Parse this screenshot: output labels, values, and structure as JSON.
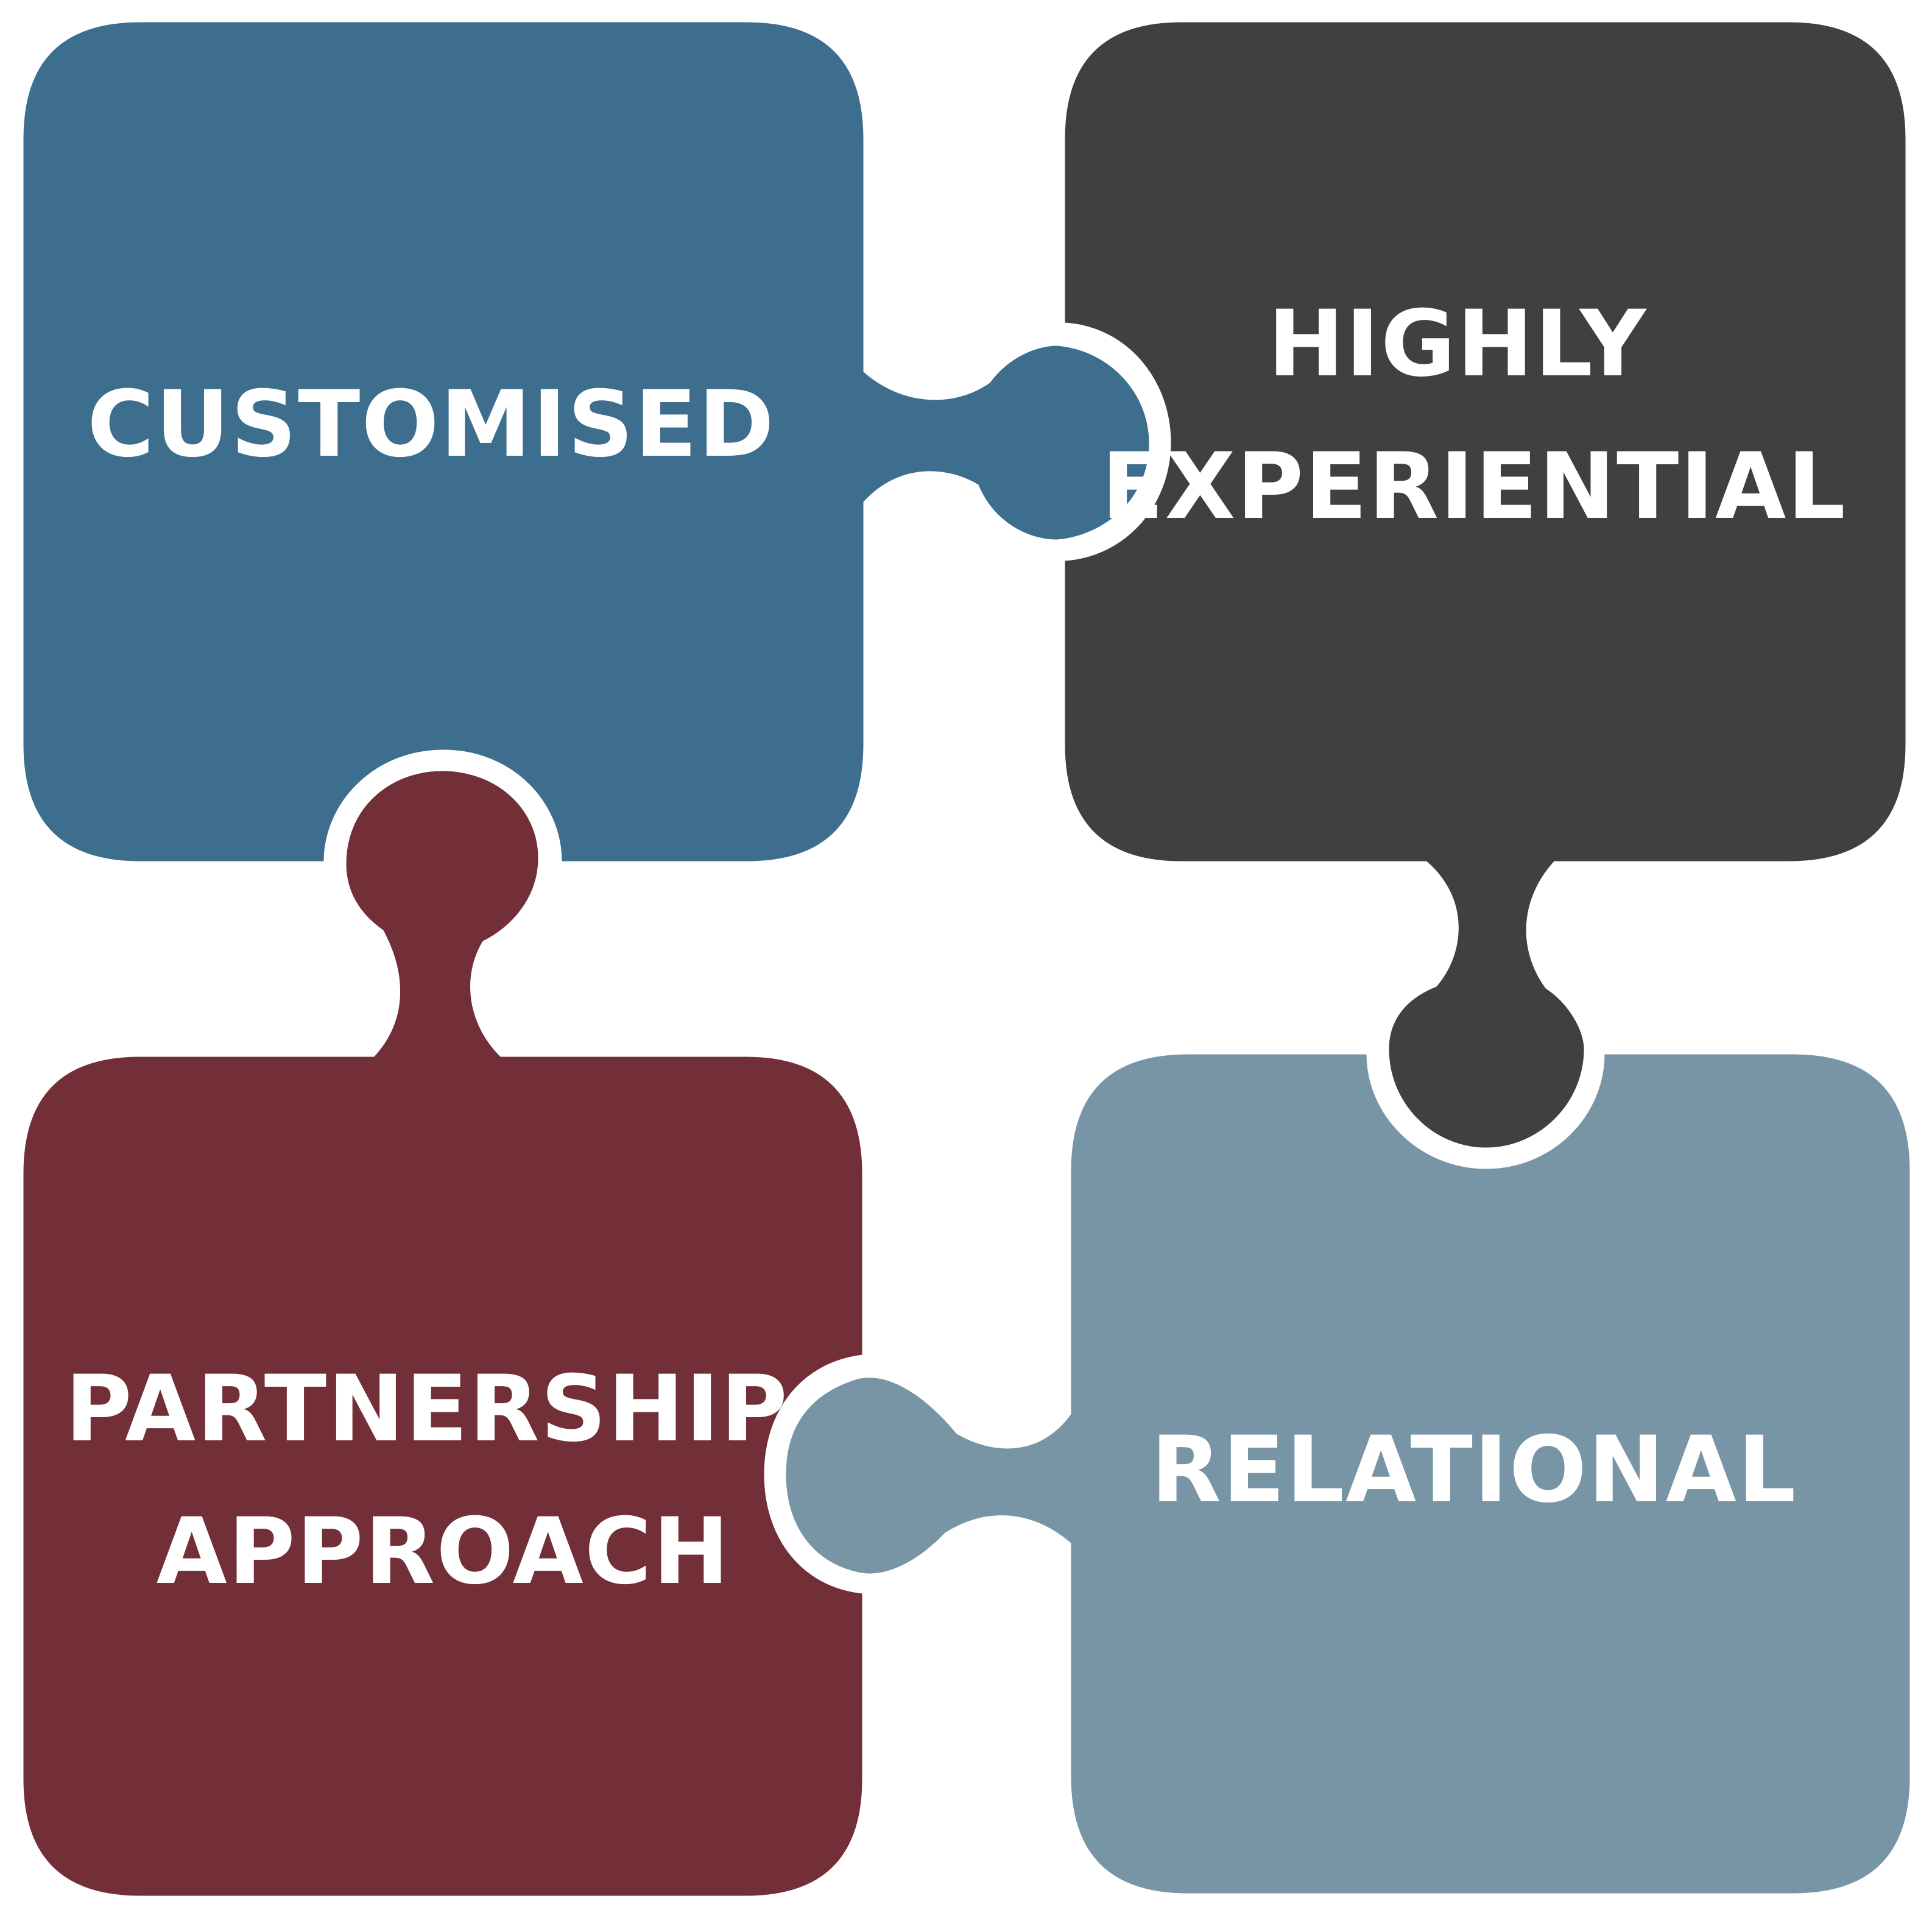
{
  "pieces": [
    {
      "id": "customised",
      "lines": [
        "CUSTOMISED"
      ],
      "color": "#3e6e8e"
    },
    {
      "id": "highly-experiential",
      "lines": [
        "HIGHLY",
        "EXPERIENTIAL"
      ],
      "color": "#404040"
    },
    {
      "id": "partnership-approach",
      "lines": [
        "PARTNERSHIP",
        "APPROACH"
      ],
      "color": "#722f38"
    },
    {
      "id": "relational",
      "lines": [
        "RELATIONAL"
      ],
      "color": "#7895a6"
    }
  ],
  "colors": {
    "background": "#ffffff",
    "text": "#ffffff"
  }
}
